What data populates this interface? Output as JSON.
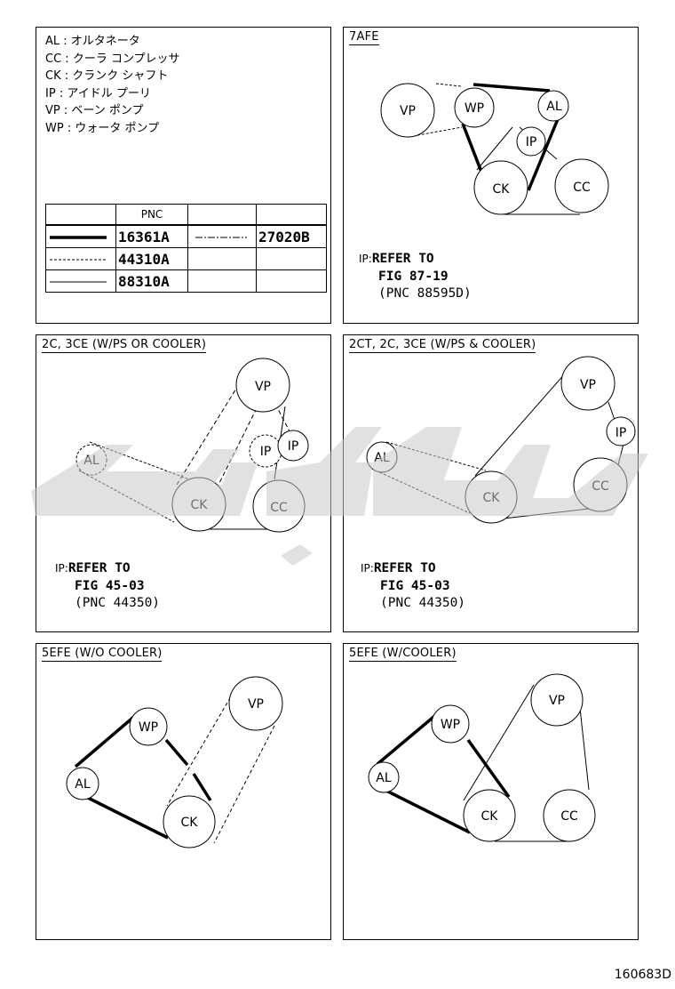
{
  "legend": {
    "items": [
      {
        "code": "AL",
        "name": "オルタネータ"
      },
      {
        "code": "CC",
        "name": "クーラ コンプレッサ"
      },
      {
        "code": "CK",
        "name": "クランク シャフト"
      },
      {
        "code": "IP",
        "name": "アイドル プーリ"
      },
      {
        "code": "VP",
        "name": "ベーン ポンプ"
      },
      {
        "code": "WP",
        "name": "ウォータ ポンプ"
      }
    ],
    "table_header": "PNC",
    "pnc_rows": [
      {
        "pnc": "16361A",
        "extra_pnc": "27020B"
      },
      {
        "pnc": "44310A",
        "extra_pnc": ""
      },
      {
        "pnc": "88310A",
        "extra_pnc": ""
      }
    ]
  },
  "panels": {
    "p7afe": {
      "title": "7AFE",
      "ref_prefix": "IP:",
      "ref_lines": [
        "REFER TO",
        "FIG 87-19",
        "(PNC 88595D)"
      ],
      "labels": {
        "vp": "VP",
        "wp": "WP",
        "al": "AL",
        "ip": "IP",
        "ck": "CK",
        "cc": "CC"
      }
    },
    "p2c": {
      "title": "2C, 3CE (W/PS OR COOLER)",
      "ref_prefix": "IP:",
      "ref_lines": [
        "REFER TO",
        "FIG 45-03",
        "(PNC 44350)"
      ],
      "labels": {
        "vp": "VP",
        "ip1": "IP",
        "ip2": "IP",
        "al": "AL",
        "ck": "CK",
        "cc": "CC"
      }
    },
    "p2ct": {
      "title": "2CT, 2C, 3CE (W/PS & COOLER)",
      "ref_prefix": "IP:",
      "ref_lines": [
        "REFER TO",
        "FIG 45-03",
        "(PNC 44350)"
      ],
      "labels": {
        "vp": "VP",
        "ip": "IP",
        "al": "AL",
        "ck": "CK",
        "cc": "CC"
      }
    },
    "p5efe_wo": {
      "title": "5EFE (W/O COOLER)",
      "labels": {
        "vp": "VP",
        "wp": "WP",
        "al": "AL",
        "ck": "CK"
      }
    },
    "p5efe_w": {
      "title": "5EFE (W/COOLER)",
      "labels": {
        "vp": "VP",
        "wp": "WP",
        "al": "AL",
        "ck": "CK",
        "cc": "CC"
      }
    }
  },
  "footer": {
    "code": "160683D"
  }
}
